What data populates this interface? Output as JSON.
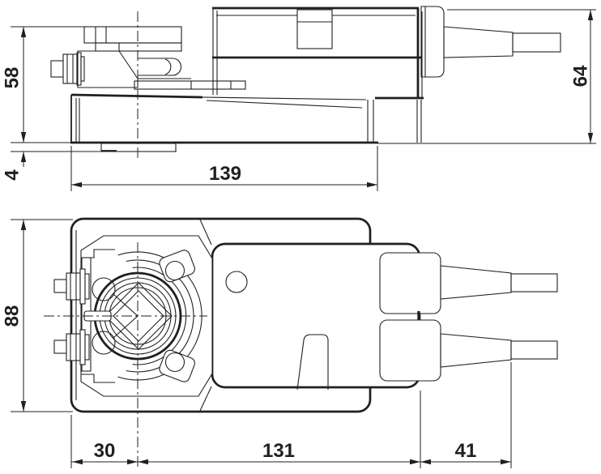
{
  "drawing": {
    "background": "#ffffff",
    "line_color": "#221f1f",
    "side_view": {
      "dim_clamp_height": "58",
      "dim_foot_height": "4",
      "dim_base_length": "139",
      "dim_overall_height": "64"
    },
    "top_view": {
      "dim_body_width": "88",
      "dim_spindle_offset": "30",
      "dim_body_length": "131",
      "dim_gland_length": "41"
    }
  }
}
